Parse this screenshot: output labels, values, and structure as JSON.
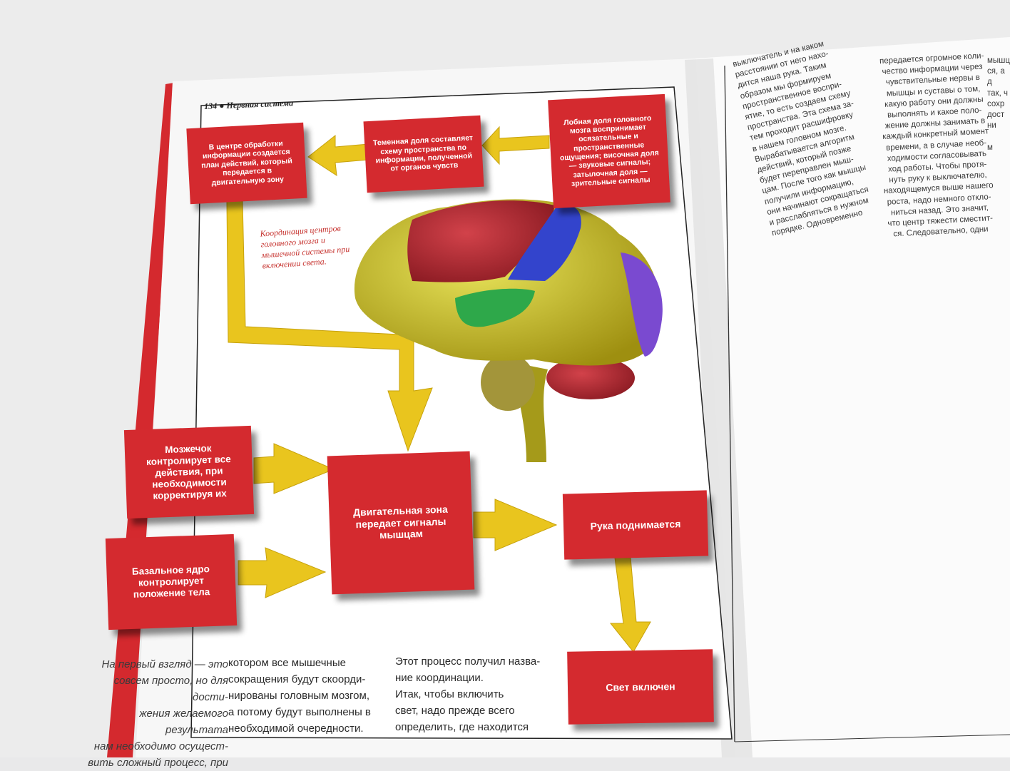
{
  "header": {
    "page_number": "134",
    "section": "Нервная система"
  },
  "diagram": {
    "boxes": {
      "processing_center": "В центре обработки информации создается план действий, который передается в двигательную зону",
      "parietal_lobe": "Теменная доля составляет схему пространства по информации, полученной от органов чувств",
      "frontal_lobe": "Лобная доля головного мозга воспринимает осязательные и пространственные ощущения; височная доля — звуковые сигналы; затылочная доля — зрительные сигналы",
      "cerebellum": "Мозжечок контролирует все действия, при необходимости корректируя их",
      "basal_nucleus": "Базальное ядро контролирует положение тела",
      "motor_zone": "Двигательная зона передает сигналы мышцам",
      "arm_rises": "Рука поднимается",
      "light_on": "Свет включен"
    },
    "caption": "Координация центров головного мозга и мышечной системы при включении света."
  },
  "body_text": {
    "col1": "На первый взгляд — это\nсовсем просто, но для дости-\nжения желаемого результата\nнам необходимо осущест-\nвить сложный процесс, при",
    "col2": "котором все мышечные\nсокращения будут скоорди-\nнированы головным мозгом,\nа потому будут выполнены в\nнеобходимой очередности.",
    "col3": "Этот процесс получил назва-\nние координации.\n   Итак, чтобы включить\nсвет, надо прежде всего\nопределить, где находится"
  },
  "right_page": {
    "col1": "выключатель и на каком\nрасстоянии от него нахо-\nдится наша рука. Таким\nобразом мы формируем\nпространственное воспри-\nятие, то есть создаем схему\nпространства. Эта схема за-\nтем проходит расшифровку\nв нашем головном мозге.\nВырабатывается алгоритм\nдействий, который позже\nбудет переправлен мыш-\nцам. После того как мышцы\nполучили информацию,\nони начинают сокращаться\nи расслабляться в нужном\nпорядке. Одновременно",
    "col2": "передается огромное коли-\nчество информации через\nчувствительные нервы в\nмышцы и суставы о том,\nкакую работу они должны\nвыполнять и какое поло-\nжение должны занимать в\nкаждый конкретный момент\nвремени, а в случае необ-\nходимости согласовывать\nход работы. Чтобы протя-\nнуть руку к выключателю,\nнаходящемуся выше нашего\nроста, надо немного откло-\nниться назад. Это значит,\nчто центр тяжести сместит-\nся. Следовательно, одни",
    "col3": "мышц\nся, а д\nтак, ч\nсохр\nдост\nни\n\nм"
  }
}
